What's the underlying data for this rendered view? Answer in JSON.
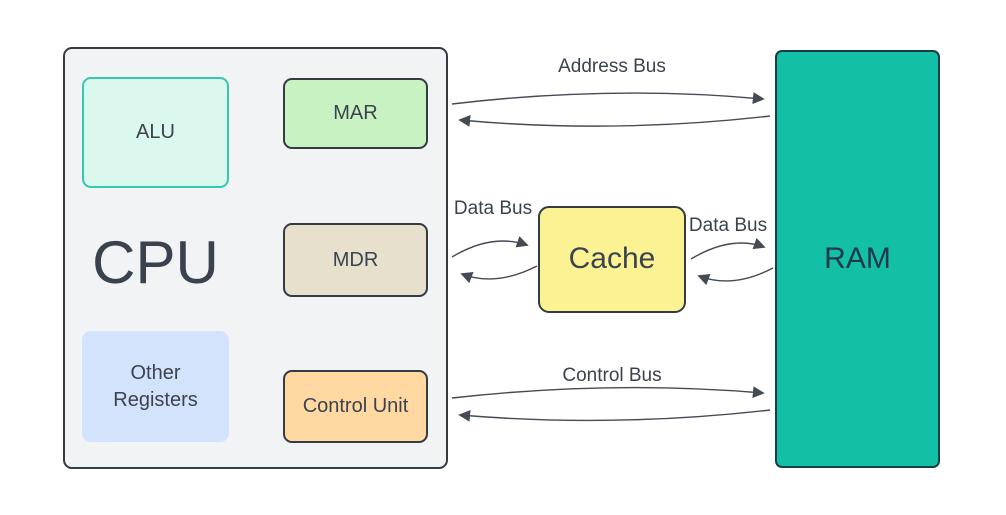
{
  "diagram": {
    "boxes": {
      "cpu": "CPU",
      "alu": "ALU",
      "mar": "MAR",
      "mdr": "MDR",
      "other_registers": "Other Registers",
      "control_unit": "Control Unit",
      "cache": "Cache",
      "ram": "RAM"
    },
    "connections": [
      {
        "label": "Address Bus",
        "from": "CPU",
        "to": "RAM",
        "bidirectional": true
      },
      {
        "label": "Data Bus",
        "from": "CPU",
        "to": "Cache",
        "bidirectional": true
      },
      {
        "label": "Data Bus",
        "from": "Cache",
        "to": "RAM",
        "bidirectional": true
      },
      {
        "label": "Control Bus",
        "from": "CPU",
        "to": "RAM",
        "bidirectional": true
      }
    ],
    "colors": {
      "background": "#ffffff",
      "cpu_fill": "#f2f3f5",
      "box_border": "#343b43",
      "alu_fill": "#dbf8ee",
      "alu_border": "#34c8af",
      "mar_fill": "#c9f2c3",
      "mdr_fill": "#e6e0cc",
      "other_registers_fill": "#d2e3fb",
      "control_unit_fill": "#ffd9a1",
      "cache_fill": "#fbf294",
      "ram_fill": "#14c0a5",
      "ram_border": "#173c4a",
      "arrow_stroke": "#444b54",
      "text": "#3b434e"
    }
  }
}
